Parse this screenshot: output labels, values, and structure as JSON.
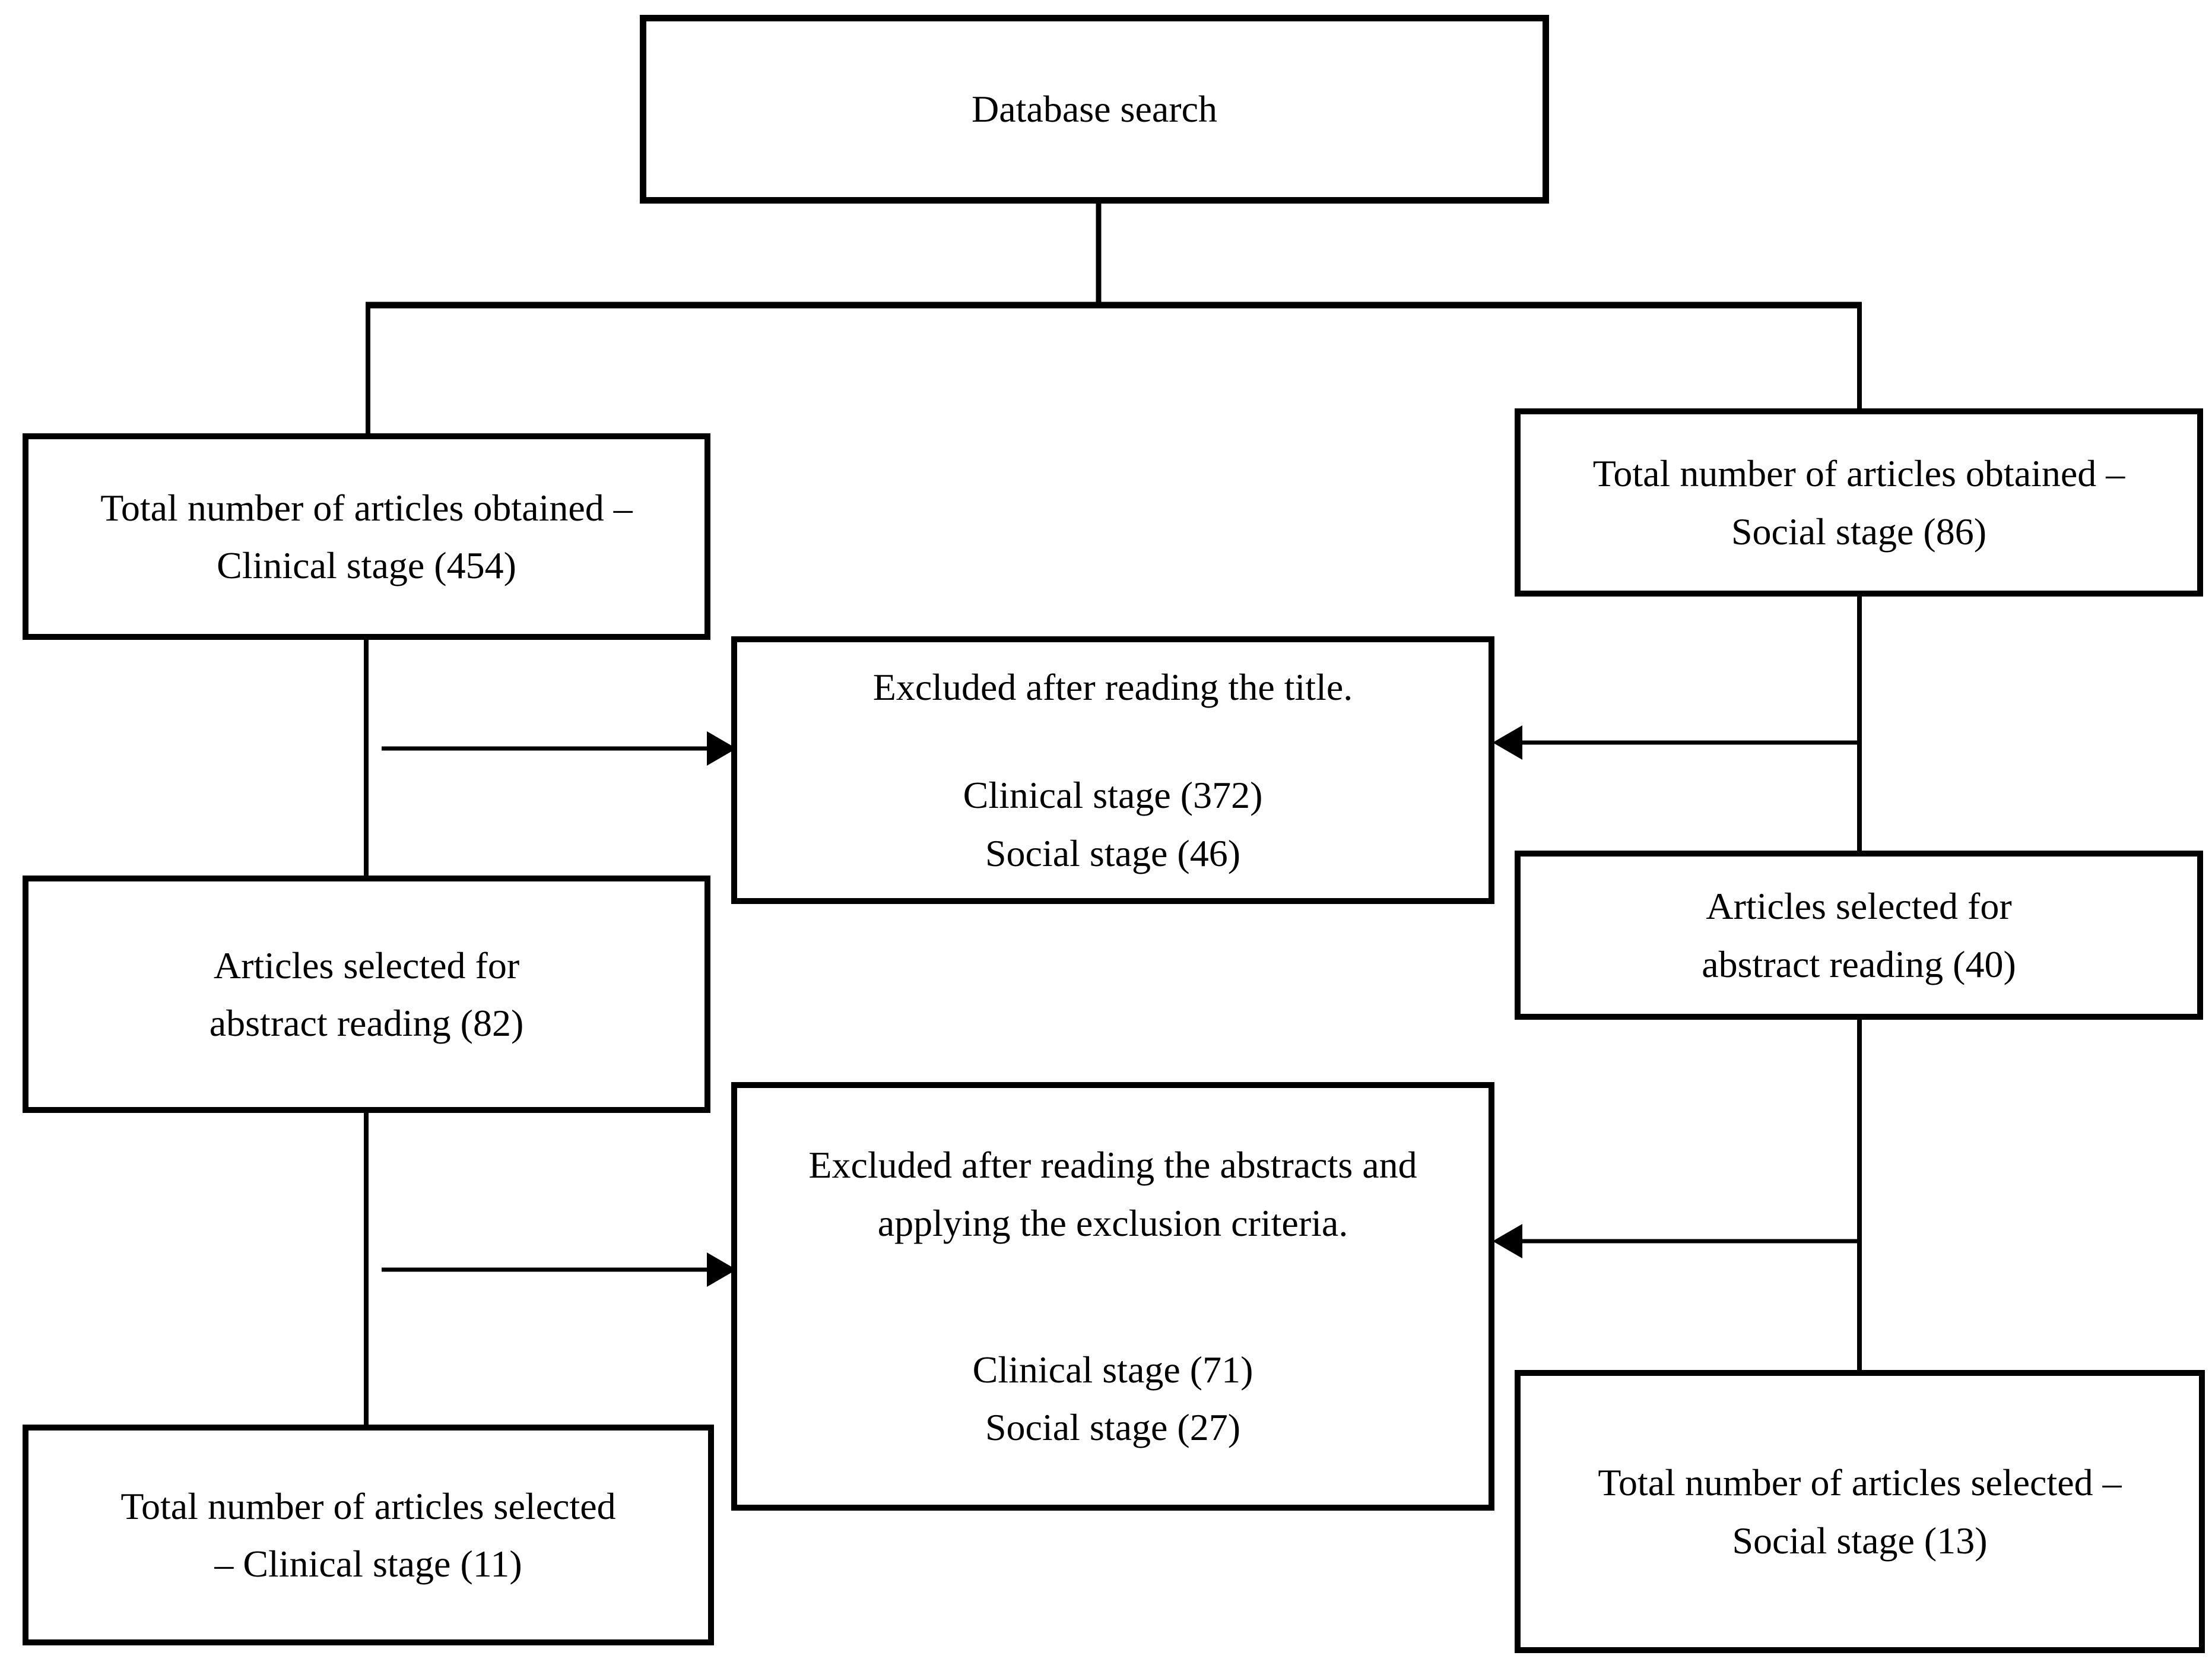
{
  "colors": {
    "background": "#ffffff",
    "line": "#000000",
    "text": "#000000"
  },
  "diagram": {
    "top_box": {
      "label": "Database search"
    },
    "clinical_obtained_box": {
      "line1": "Total number of articles obtained –",
      "line2": "Clinical stage (454)"
    },
    "social_obtained_box": {
      "line1": "Total number of articles obtained –",
      "line2": "Social stage (86)"
    },
    "excluded_title_box": {
      "title": "Excluded after reading the title.",
      "stats": [
        "Clinical stage (372)",
        "Social stage (46)"
      ]
    },
    "clinical_abstract_box": {
      "line1": "Articles selected for",
      "line2": "abstract reading (82)"
    },
    "social_abstract_box": {
      "line1": "Articles selected for",
      "line2": "abstract reading (40)"
    },
    "excluded_abstract_box": {
      "title_line1": "Excluded after reading the abstracts and",
      "title_line2": "applying the exclusion criteria.",
      "stats": [
        "Clinical stage (71)",
        "Social stage (27)"
      ]
    },
    "clinical_selected_box": {
      "line1": "Total number of articles selected",
      "line2": "– Clinical stage (11)"
    },
    "social_selected_box": {
      "line1": "Total number of articles selected –",
      "line2": "Social stage (13)"
    }
  }
}
